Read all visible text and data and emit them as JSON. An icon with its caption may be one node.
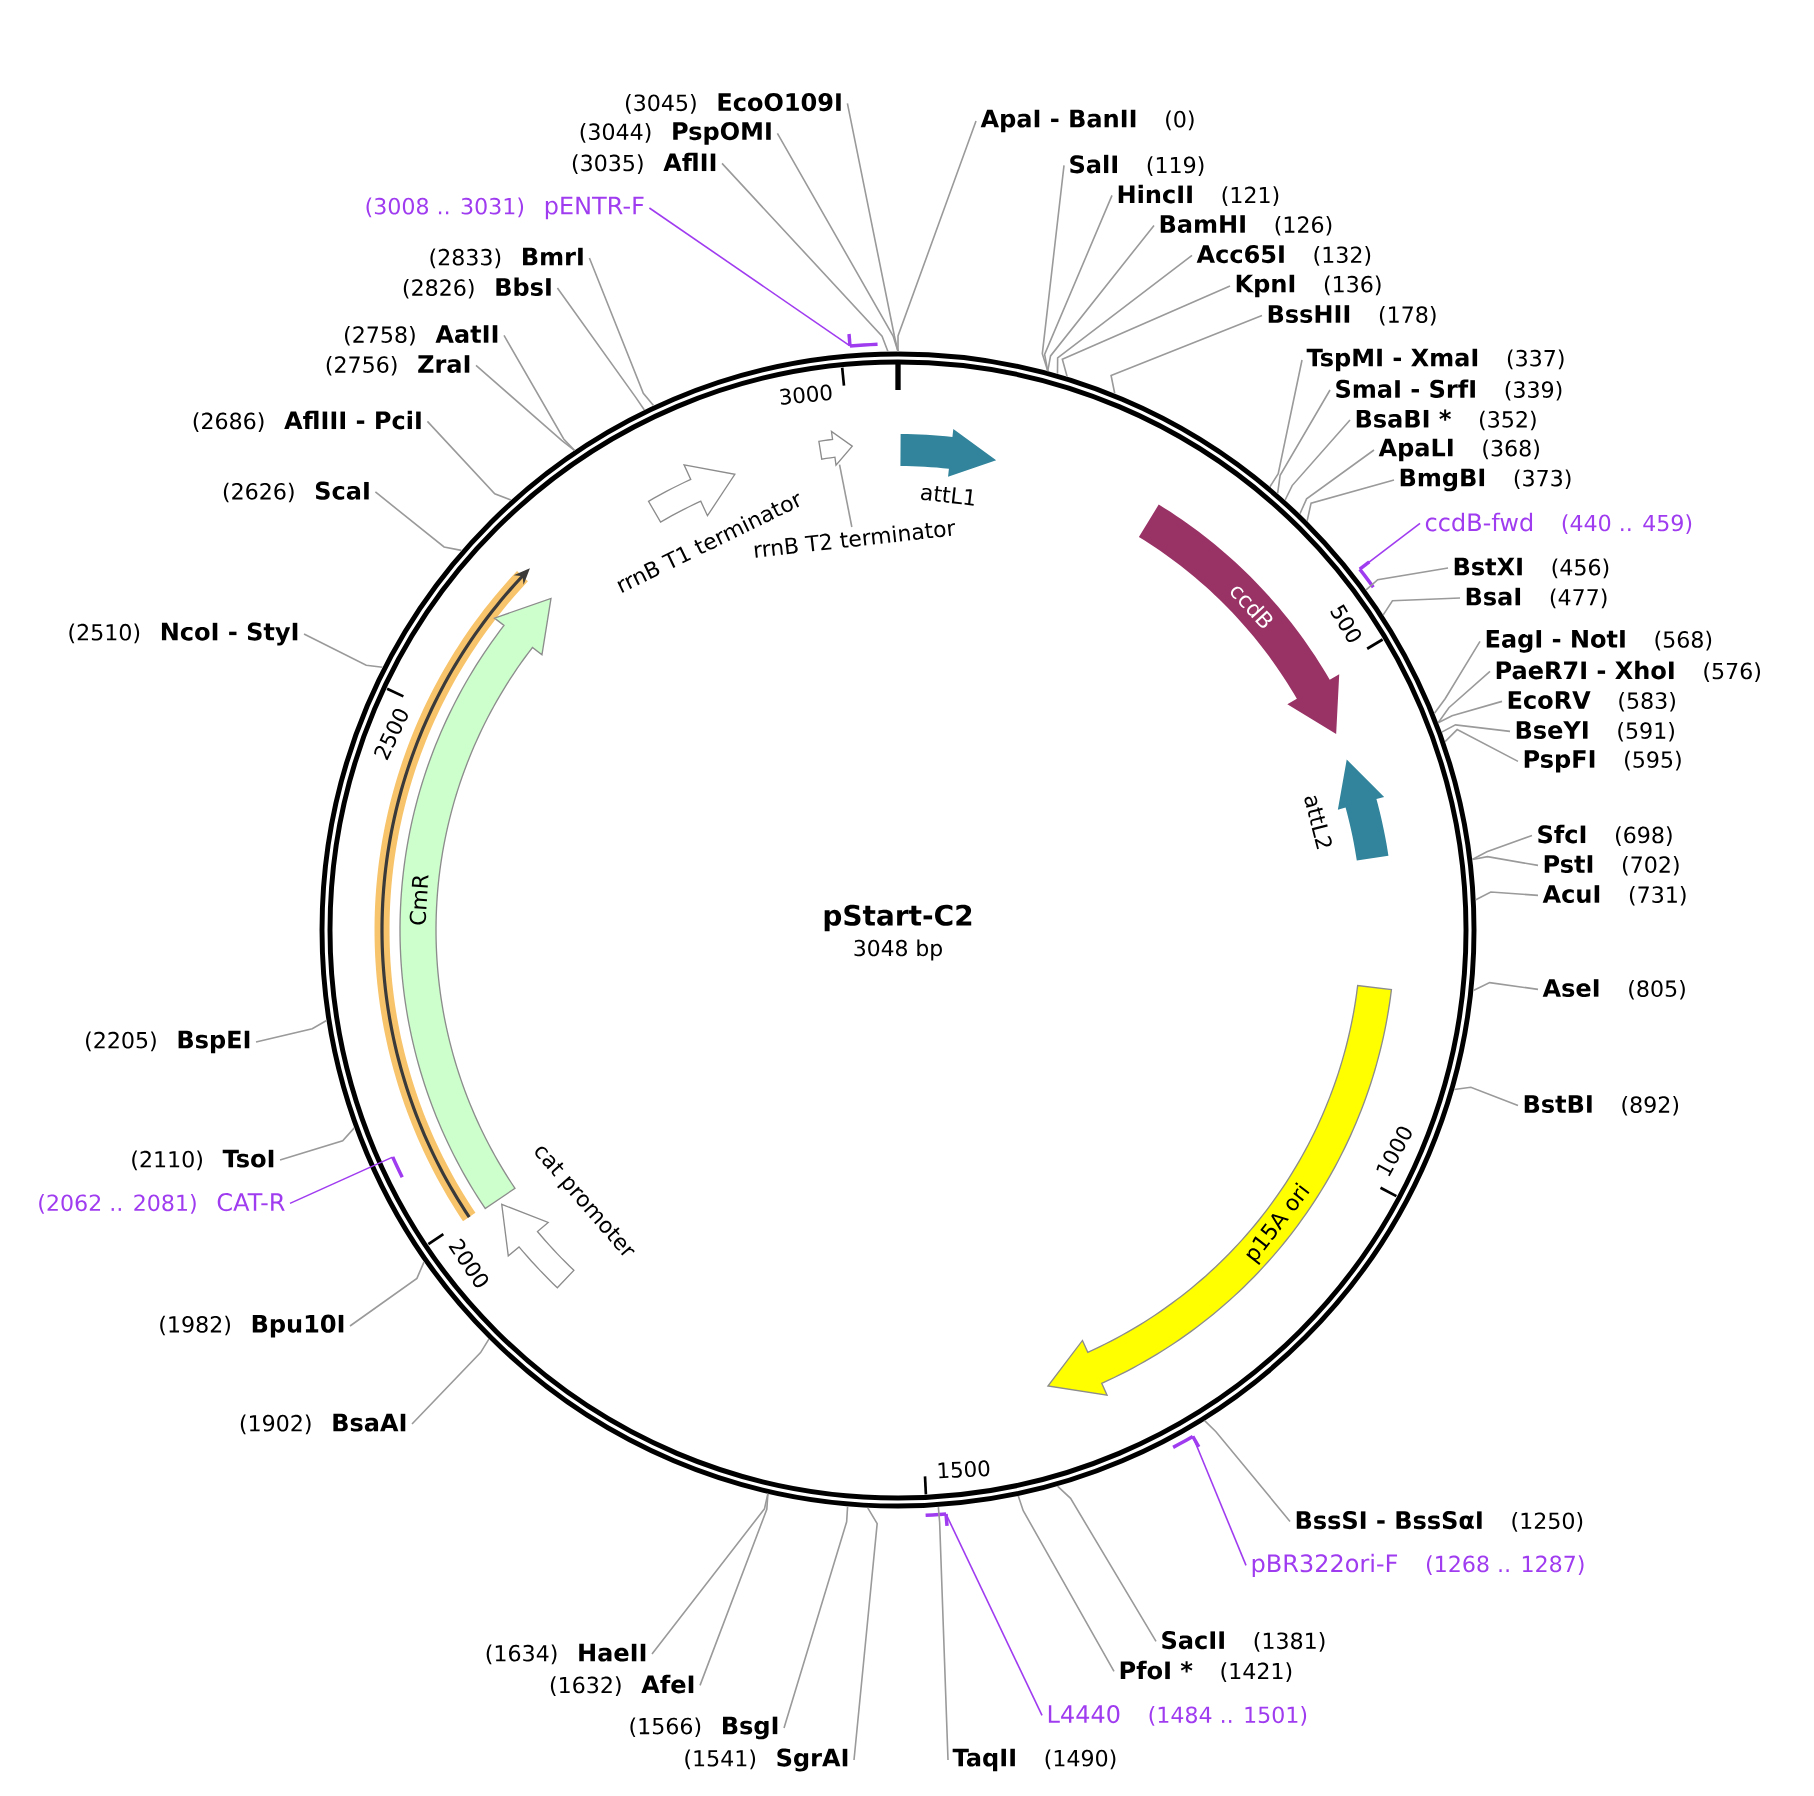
{
  "diagram": {
    "nodes": [
      {
        "text": [
          "pStart-C2",
          "3048 bp"
        ]
      },
      {
        "text": [
          "attL1"
        ],
        "in": 0
      },
      {
        "text": [
          "ccdB"
        ],
        "in": 0
      },
      {
        "text": [
          "attL2"
        ],
        "in": 0
      },
      {
        "text": [
          "p15A ori"
        ],
        "in": 0
      },
      {
        "text": [
          "cat promoter"
        ],
        "in": 0
      },
      {
        "text": [],
        "shape": "arrow",
        "in": 0
      },
      {
        "text": [
          "CmR"
        ],
        "in": 0
      },
      {
        "text": [
          "rrnB T1 terminator"
        ],
        "in": 0
      },
      {
        "text": [],
        "shape": "arrow",
        "in": 0
      },
      {
        "text": [
          "rrnB T2 terminator"
        ],
        "in": 0
      },
      {
        "text": [],
        "shape": "bar"
      },
      {
        "text": [],
        "shape": "bar"
      },
      {
        "text": [],
        "shape": "bar"
      },
      {
        "text": [],
        "shape": "bar",
        "in": 0
      },
      {
        "text": [],
        "shape": "bar"
      },
      {
        "text": [
          "ApaI - BanII",
          "(0)"
        ]
      },
      {
        "text": [
          "SalI",
          "(119)"
        ]
      },
      {
        "text": [
          "HincII",
          "(121)"
        ]
      },
      {
        "text": [
          "BamHI",
          "(126)"
        ]
      },
      {
        "text": [
          "Acc65I",
          "(132)"
        ]
      },
      {
        "text": [
          "KpnI",
          "(136)"
        ]
      },
      {
        "text": [
          "BssHII",
          "(178)"
        ]
      },
      {
        "text": [
          "TspMI - XmaI",
          "(337)"
        ]
      },
      {
        "text": [
          "SmaI - SrfI",
          "(339)"
        ]
      },
      {
        "text": [
          "BsaBI *",
          "(352)"
        ]
      },
      {
        "text": [
          "ApaLI",
          "(368)"
        ]
      },
      {
        "text": [
          "BmgBI",
          "(373)"
        ]
      },
      {
        "text": [
          "ccdB-fwd",
          "(440 .. 459)"
        ]
      },
      {
        "text": [
          "BstXI",
          "(456)"
        ]
      },
      {
        "text": [
          "BsaI",
          "(477)"
        ]
      },
      {
        "text": [
          "EagI - NotI",
          "(568)"
        ]
      },
      {
        "text": [
          "PaeR7I - XhoI",
          "(576)"
        ]
      },
      {
        "text": [
          "EcoRV",
          "(583)"
        ]
      },
      {
        "text": [
          "BseYI",
          "(591)"
        ]
      },
      {
        "text": [
          "PspFI",
          "(595)"
        ]
      },
      {
        "text": [
          "SfcI",
          "(698)"
        ]
      },
      {
        "text": [
          "PstI",
          "(702)"
        ]
      },
      {
        "text": [
          "AcuI",
          "(731)"
        ]
      },
      {
        "text": [
          "AseI",
          "(805)"
        ]
      },
      {
        "text": [
          "BstBI",
          "(892)"
        ]
      },
      {
        "text": [
          "BssSI - BssSαI",
          "(1250)"
        ]
      },
      {
        "text": [
          "pBR322ori-F",
          "(1268 .. 1287)"
        ]
      },
      {
        "text": [
          "SacII",
          "(1381)"
        ]
      },
      {
        "text": [
          "PfoI *",
          "(1421)"
        ]
      },
      {
        "text": [
          "L4440",
          "(1484 .. 1501)"
        ]
      },
      {
        "text": [
          "TaqII",
          "(1490)"
        ]
      },
      {
        "text": [
          "(1541)",
          "SgrAI"
        ]
      },
      {
        "text": [
          "(1566)",
          "BsgI"
        ]
      },
      {
        "text": [
          "(1632)",
          "AfeI"
        ]
      },
      {
        "text": [
          "(1634)",
          "HaeII"
        ]
      },
      {
        "text": [
          "(1902)",
          "BsaAI"
        ]
      },
      {
        "text": [
          "(1982)",
          "Bpu10I"
        ]
      },
      {
        "text": [
          "(2062 .. 2081)",
          "CAT-R"
        ]
      },
      {
        "text": [
          "(2110)",
          "TsoI"
        ]
      },
      {
        "text": [
          "(2205)",
          "BspEI"
        ]
      },
      {
        "text": [
          "(2510)",
          "NcoI - StyI"
        ]
      },
      {
        "text": [
          "(2626)",
          "ScaI"
        ]
      },
      {
        "text": [
          "(2686)",
          "AflIII - PciI"
        ]
      },
      {
        "text": [
          "(2756)",
          "ZraI"
        ]
      },
      {
        "text": [
          "(2758)",
          "AatII"
        ]
      },
      {
        "text": [
          "(2826)",
          "BbsI"
        ]
      },
      {
        "text": [
          "(2833)",
          "BmrI"
        ]
      },
      {
        "text": [
          "(3008 .. 3031)",
          "pENTR-F"
        ]
      },
      {
        "text": [
          "(3035)",
          "AflII"
        ]
      },
      {
        "text": [
          "(3044)",
          "PspOMI"
        ]
      },
      {
        "text": [
          "(3045)",
          "EcoO109I"
        ]
      }
    ],
    "edges": [
      {
        "from": 10,
        "to": 9,
        "arrow": "none"
      },
      {
        "from": 16,
        "to": 0,
        "arrow": "none"
      },
      {
        "from": 17,
        "to": 0,
        "arrow": "none"
      },
      {
        "from": 18,
        "to": 0,
        "arrow": "none"
      },
      {
        "from": 19,
        "to": 0,
        "arrow": "none"
      },
      {
        "from": 20,
        "to": 0,
        "arrow": "none"
      },
      {
        "from": 21,
        "to": 0,
        "arrow": "none"
      },
      {
        "from": 22,
        "to": 0,
        "arrow": "none"
      },
      {
        "from": 23,
        "to": 0,
        "arrow": "none"
      },
      {
        "from": 24,
        "to": 0,
        "arrow": "none"
      },
      {
        "from": 25,
        "to": 0,
        "arrow": "none"
      },
      {
        "from": 26,
        "to": 0,
        "arrow": "none"
      },
      {
        "from": 27,
        "to": 0,
        "arrow": "none"
      },
      {
        "from": 28,
        "to": 11,
        "arrow": "none",
        "color": "#a03cf0"
      },
      {
        "from": 29,
        "to": 0,
        "arrow": "none"
      },
      {
        "from": 30,
        "to": 0,
        "arrow": "none"
      },
      {
        "from": 31,
        "to": 0,
        "arrow": "none"
      },
      {
        "from": 32,
        "to": 0,
        "arrow": "none"
      },
      {
        "from": 33,
        "to": 0,
        "arrow": "none"
      },
      {
        "from": 34,
        "to": 0,
        "arrow": "none"
      },
      {
        "from": 35,
        "to": 0,
        "arrow": "none"
      },
      {
        "from": 36,
        "to": 0,
        "arrow": "none"
      },
      {
        "from": 37,
        "to": 0,
        "arrow": "none"
      },
      {
        "from": 38,
        "to": 0,
        "arrow": "none"
      },
      {
        "from": 39,
        "to": 0,
        "arrow": "none"
      },
      {
        "from": 40,
        "to": 0,
        "arrow": "none"
      },
      {
        "from": 41,
        "to": 0,
        "arrow": "none"
      },
      {
        "from": 42,
        "to": 12,
        "arrow": "none",
        "color": "#a03cf0"
      },
      {
        "from": 43,
        "to": 0,
        "arrow": "none"
      },
      {
        "from": 44,
        "to": 0,
        "arrow": "none"
      },
      {
        "from": 45,
        "to": 13,
        "arrow": "none",
        "color": "#a03cf0"
      },
      {
        "from": 46,
        "to": 0,
        "arrow": "none"
      },
      {
        "from": 47,
        "to": 0,
        "arrow": "none"
      },
      {
        "from": 48,
        "to": 0,
        "arrow": "none"
      },
      {
        "from": 49,
        "to": 0,
        "arrow": "none"
      },
      {
        "from": 50,
        "to": 0,
        "arrow": "none"
      },
      {
        "from": 51,
        "to": 0,
        "arrow": "none"
      },
      {
        "from": 52,
        "to": 0,
        "arrow": "none"
      },
      {
        "from": 53,
        "to": 14,
        "arrow": "none",
        "color": "#a03cf0"
      },
      {
        "from": 54,
        "to": 0,
        "arrow": "none"
      },
      {
        "from": 55,
        "to": 0,
        "arrow": "none"
      },
      {
        "from": 56,
        "to": 0,
        "arrow": "none"
      },
      {
        "from": 57,
        "to": 0,
        "arrow": "none"
      },
      {
        "from": 58,
        "to": 0,
        "arrow": "none"
      },
      {
        "from": 59,
        "to": 0,
        "arrow": "none"
      },
      {
        "from": 60,
        "to": 0,
        "arrow": "none"
      },
      {
        "from": 61,
        "to": 0,
        "arrow": "none"
      },
      {
        "from": 62,
        "to": 0,
        "arrow": "none"
      },
      {
        "from": 63,
        "to": 15,
        "arrow": "none",
        "color": "#a03cf0"
      },
      {
        "from": 64,
        "to": 0,
        "arrow": "none"
      },
      {
        "from": 65,
        "to": 0,
        "arrow": "none"
      },
      {
        "from": 66,
        "to": 0,
        "arrow": "none"
      }
    ],
    "labels": [
      "500",
      "1000",
      "1500",
      "2000",
      "2500",
      "3000"
    ]
  }
}
